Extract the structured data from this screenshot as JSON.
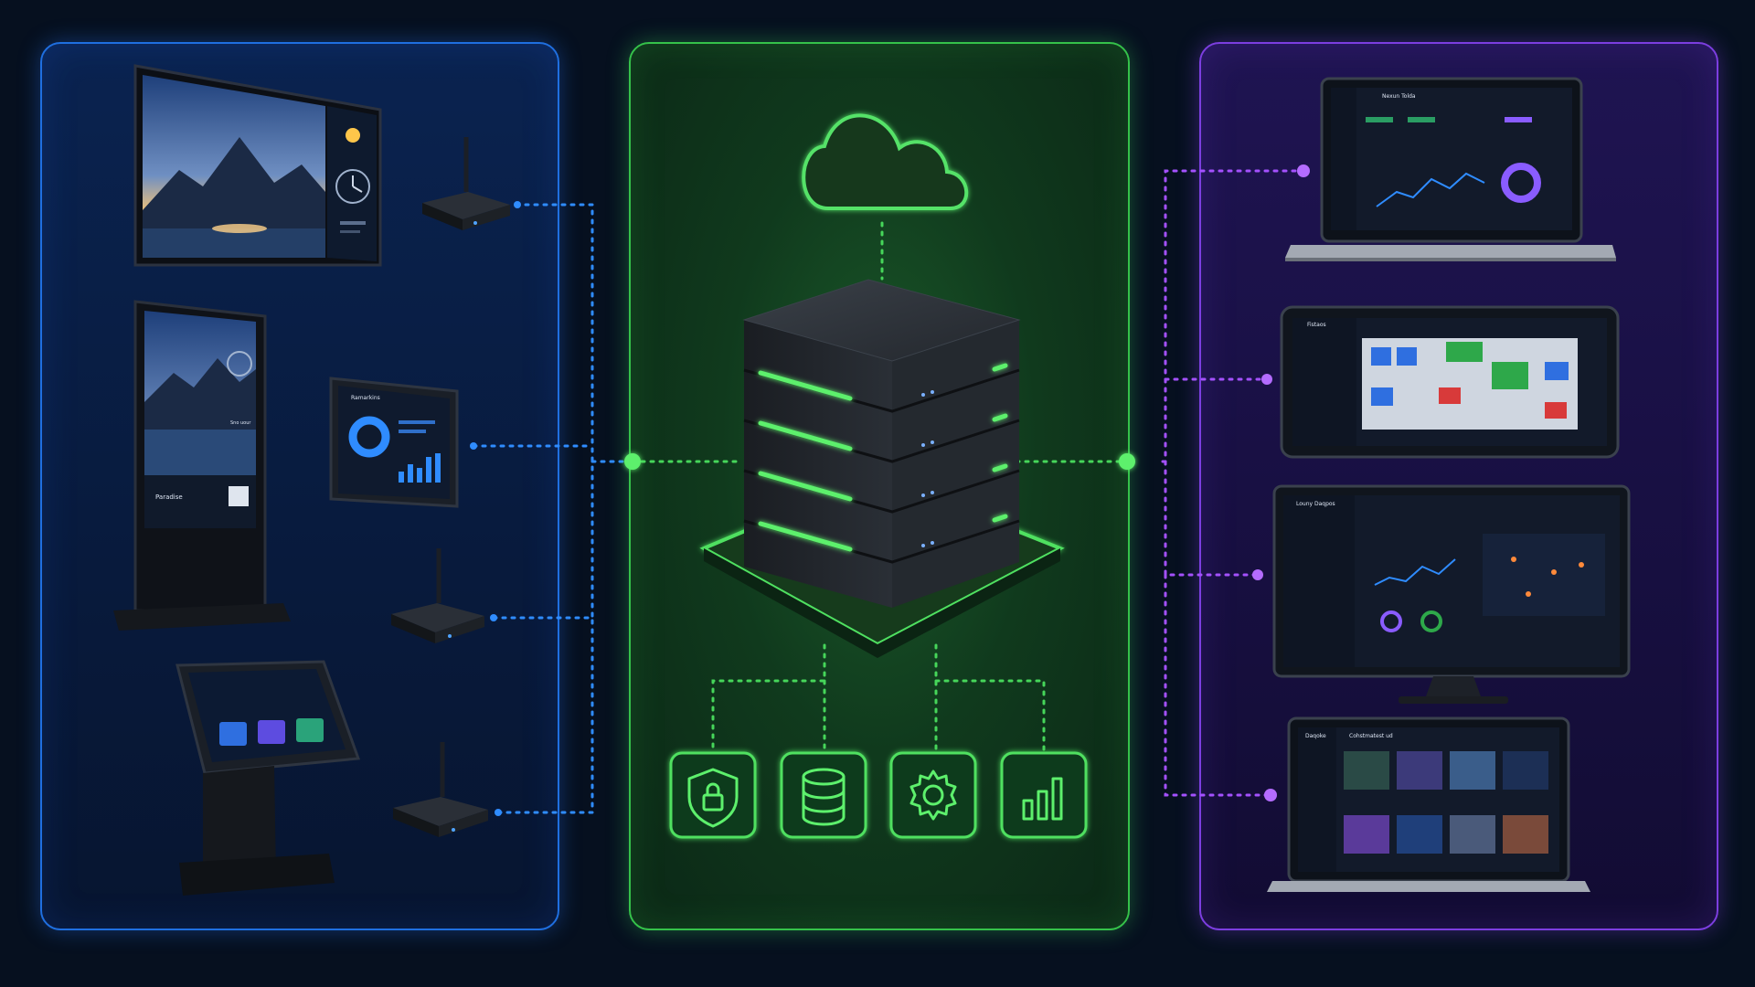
{
  "diagram": {
    "panels": [
      {
        "id": "devices",
        "label": ""
      },
      {
        "id": "platform",
        "label": ""
      },
      {
        "id": "dashboards",
        "label": ""
      }
    ],
    "colors": {
      "devices_accent": "#1f6fe0",
      "platform_accent": "#35c24a",
      "dashboards_accent": "#7c3ee0",
      "background": "#06101f"
    },
    "service_icons": [
      "shield-lock-icon",
      "database-icon",
      "gear-icon",
      "bar-chart-icon"
    ],
    "top_icon": "cloud-icon"
  },
  "labels": {
    "kiosk_title": "Paradise",
    "tablet_title": "Ramarkins",
    "laptop_title": "Nexun Tolda",
    "floorplan_title": "Fistaos",
    "monitor_title": "Louny Daqpos",
    "gallery_title": "Daqoke",
    "gallery_subtitle": "Cohstmatest ud",
    "weather_text": "Sno uour"
  }
}
